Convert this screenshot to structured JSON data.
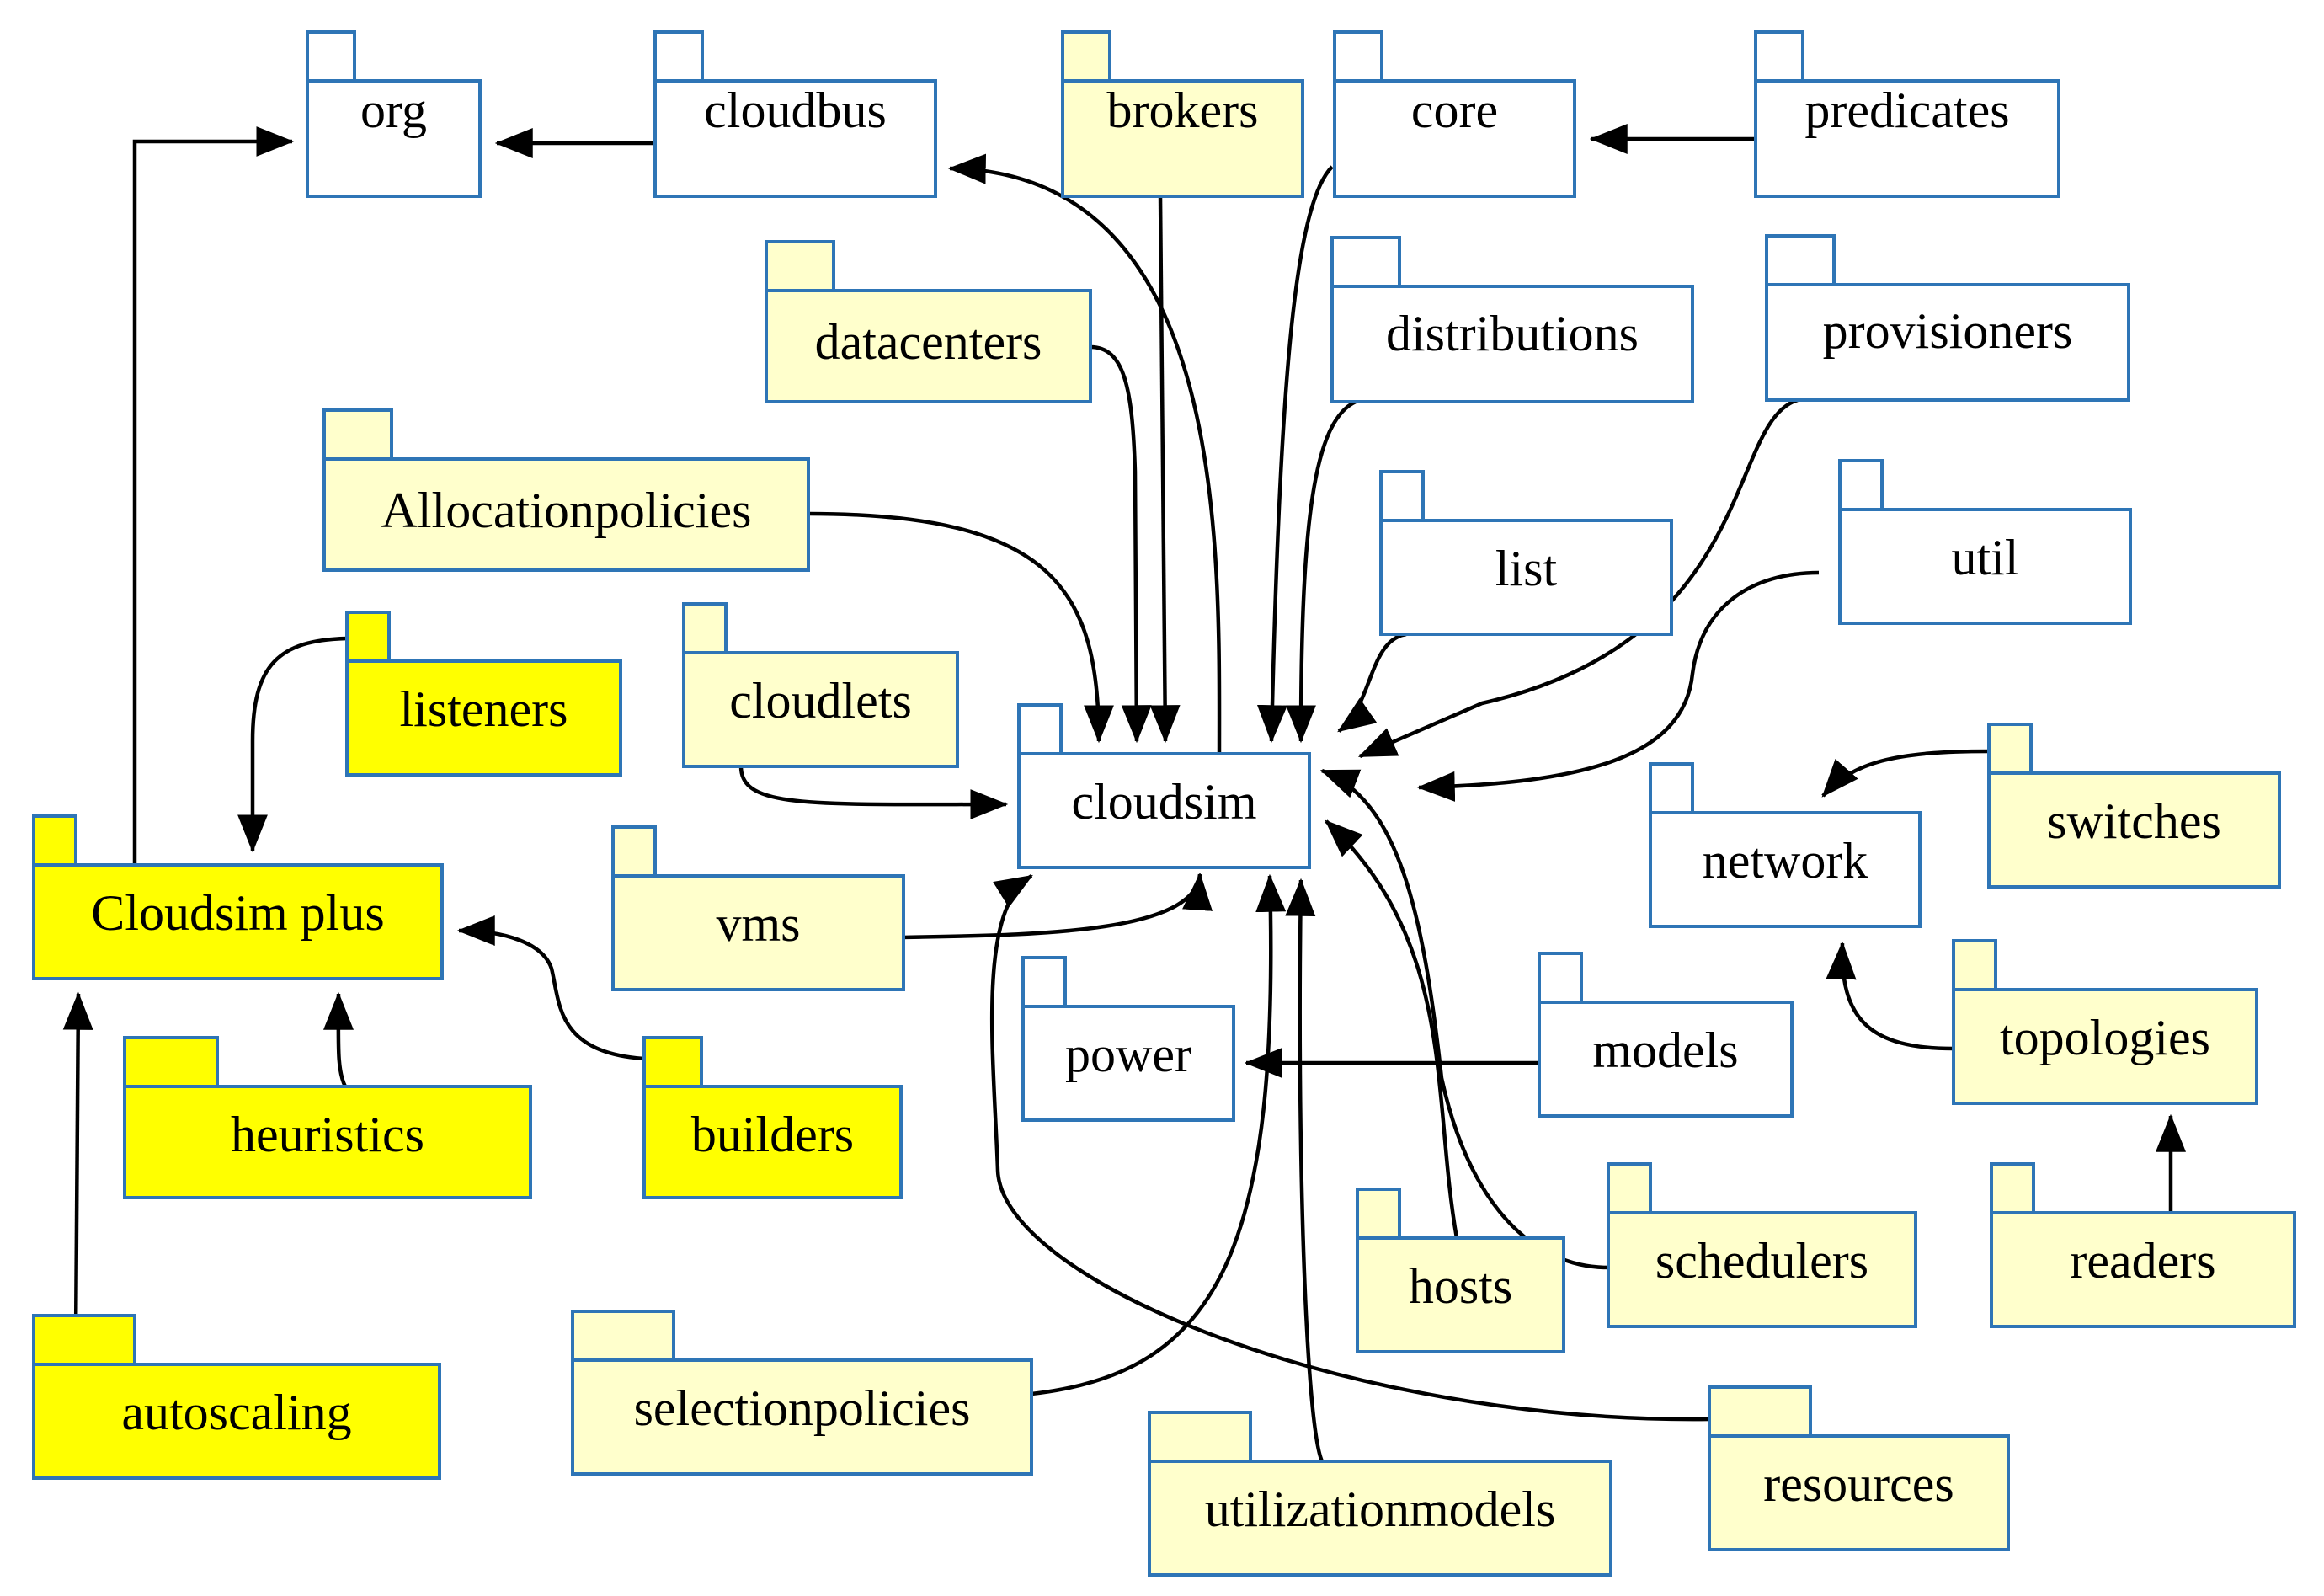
{
  "colors": {
    "border": "#2E75B6",
    "white": "#FFFFFF",
    "light_yellow": "#FFFFCC",
    "bright_yellow": "#FFFF00",
    "arrow": "#000000"
  },
  "packages": [
    {
      "id": "org",
      "label": "org",
      "fill": "white"
    },
    {
      "id": "cloudbus",
      "label": "cloudbus",
      "fill": "white"
    },
    {
      "id": "brokers",
      "label": "brokers",
      "fill": "light_yellow"
    },
    {
      "id": "core",
      "label": "core",
      "fill": "white"
    },
    {
      "id": "predicates",
      "label": "predicates",
      "fill": "white"
    },
    {
      "id": "datacenters",
      "label": "datacenters",
      "fill": "light_yellow"
    },
    {
      "id": "distributions",
      "label": "distributions",
      "fill": "white"
    },
    {
      "id": "provisioners",
      "label": "provisioners",
      "fill": "white"
    },
    {
      "id": "allocationpolicies",
      "label": "Allocationpolicies",
      "fill": "light_yellow"
    },
    {
      "id": "list",
      "label": "list",
      "fill": "white"
    },
    {
      "id": "util",
      "label": "util",
      "fill": "white"
    },
    {
      "id": "listeners",
      "label": "listeners",
      "fill": "bright_yellow"
    },
    {
      "id": "cloudlets",
      "label": "cloudlets",
      "fill": "light_yellow"
    },
    {
      "id": "cloudsim",
      "label": "cloudsim",
      "fill": "white"
    },
    {
      "id": "network",
      "label": "network",
      "fill": "white"
    },
    {
      "id": "switches",
      "label": "switches",
      "fill": "light_yellow"
    },
    {
      "id": "cloudsimplus",
      "label": "Cloudsim plus",
      "fill": "bright_yellow"
    },
    {
      "id": "vms",
      "label": "vms",
      "fill": "light_yellow"
    },
    {
      "id": "power",
      "label": "power",
      "fill": "white"
    },
    {
      "id": "models",
      "label": "models",
      "fill": "white"
    },
    {
      "id": "topologies",
      "label": "topologies",
      "fill": "light_yellow"
    },
    {
      "id": "heuristics",
      "label": "heuristics",
      "fill": "bright_yellow"
    },
    {
      "id": "builders",
      "label": "builders",
      "fill": "bright_yellow"
    },
    {
      "id": "hosts",
      "label": "hosts",
      "fill": "light_yellow"
    },
    {
      "id": "schedulers",
      "label": "schedulers",
      "fill": "light_yellow"
    },
    {
      "id": "readers",
      "label": "readers",
      "fill": "light_yellow"
    },
    {
      "id": "autoscaling",
      "label": "autoscaling",
      "fill": "bright_yellow"
    },
    {
      "id": "selectionpolicies",
      "label": "selectionpolicies",
      "fill": "light_yellow"
    },
    {
      "id": "resources",
      "label": "resources",
      "fill": "light_yellow"
    },
    {
      "id": "utilizationmodels",
      "label": "utilizationmodels",
      "fill": "light_yellow"
    }
  ],
  "dependencies": [
    {
      "from": "cloudbus",
      "to": "org"
    },
    {
      "from": "cloudsimplus",
      "to": "org"
    },
    {
      "from": "predicates",
      "to": "core"
    },
    {
      "from": "cloudsim",
      "to": "cloudbus"
    },
    {
      "from": "brokers",
      "to": "cloudsim"
    },
    {
      "from": "datacenters",
      "to": "cloudsim"
    },
    {
      "from": "core",
      "to": "cloudsim"
    },
    {
      "from": "distributions",
      "to": "cloudsim"
    },
    {
      "from": "allocationpolicies",
      "to": "cloudsim"
    },
    {
      "from": "list",
      "to": "cloudsim"
    },
    {
      "from": "provisioners",
      "to": "cloudsim"
    },
    {
      "from": "util",
      "to": "cloudsim"
    },
    {
      "from": "cloudlets",
      "to": "cloudsim"
    },
    {
      "from": "vms",
      "to": "cloudsim"
    },
    {
      "from": "schedulers",
      "to": "cloudsim"
    },
    {
      "from": "hosts",
      "to": "cloudsim"
    },
    {
      "from": "utilizationmodels",
      "to": "cloudsim"
    },
    {
      "from": "selectionpolicies",
      "to": "cloudsim"
    },
    {
      "from": "resources",
      "to": "cloudsim"
    },
    {
      "from": "models",
      "to": "power"
    },
    {
      "from": "switches",
      "to": "network"
    },
    {
      "from": "topologies",
      "to": "network"
    },
    {
      "from": "readers",
      "to": "topologies"
    },
    {
      "from": "listeners",
      "to": "cloudsimplus"
    },
    {
      "from": "heuristics",
      "to": "cloudsimplus"
    },
    {
      "from": "builders",
      "to": "cloudsimplus"
    },
    {
      "from": "autoscaling",
      "to": "cloudsimplus"
    }
  ]
}
